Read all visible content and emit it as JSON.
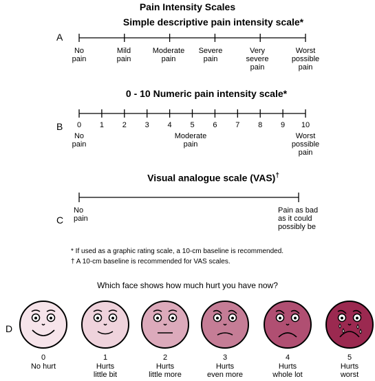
{
  "main_title": "Pain Intensity Scales",
  "scale_a": {
    "letter": "A",
    "title": "Simple descriptive pain intensity scale*",
    "labels": [
      "No\npain",
      "Mild\npain",
      "Moderate\npain",
      "Severe\npain",
      "Very\nsevere\npain",
      "Worst\npossible\npain"
    ]
  },
  "scale_b": {
    "letter": "B",
    "title": "0 - 10 Numeric pain intensity scale*",
    "numbers": [
      "0",
      "1",
      "2",
      "3",
      "4",
      "5",
      "6",
      "7",
      "8",
      "9",
      "10"
    ],
    "left_label": "No\npain",
    "mid_label": "Moderate\npain",
    "right_label": "Worst\npossible\npain"
  },
  "scale_c": {
    "letter": "C",
    "title": "Visual analogue scale (VAS)",
    "title_mark": "†",
    "left_label": "No\npain",
    "right_label": "Pain as bad\nas it could\npossibly be"
  },
  "notes": {
    "star": "* If used as a graphic rating scale, a 10-cm baseline is recommended.",
    "dagger_mark": "†",
    "dagger": "A 10-cm baseline is recommended for VAS scales."
  },
  "faces": {
    "letter": "D",
    "question": "Which face shows how much hurt you have now?",
    "items": [
      {
        "number": "0",
        "label": "No hurt",
        "color": "#f6e4ea"
      },
      {
        "number": "1",
        "label": "Hurts\nlittle bit",
        "color": "#efd3dc"
      },
      {
        "number": "2",
        "label": "Hurts\nlittle more",
        "color": "#dcaabb"
      },
      {
        "number": "3",
        "label": "Hurts\neven more",
        "color": "#c57d96"
      },
      {
        "number": "4",
        "label": "Hurts\nwhole lot",
        "color": "#b04f72"
      },
      {
        "number": "5",
        "label": "Hurts\nworst",
        "color": "#9b2950"
      }
    ]
  }
}
